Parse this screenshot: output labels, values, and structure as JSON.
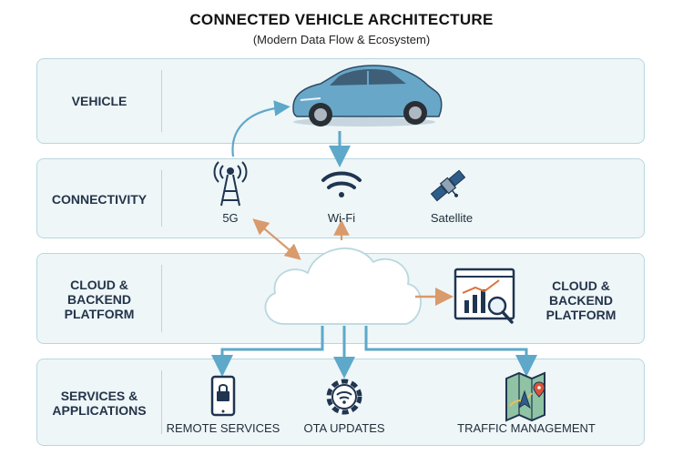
{
  "title": "CONNECTED VEHICLE ARCHITECTURE",
  "subtitle": "(Modern Data Flow & Ecosystem)",
  "layers": {
    "vehicle": "VEHICLE",
    "connectivity": "CONNECTIVITY",
    "cloud_line1": "CLOUD &",
    "cloud_line2": "BACKEND",
    "cloud_line3": "PLATFORM",
    "services_line1": "SERVICES &",
    "services_line2": "APPLICATIONS"
  },
  "connectivity_items": {
    "g5": "5G",
    "wifi": "Wi-Fi",
    "satellite": "Satellite"
  },
  "cloud_right_label": {
    "line1": "CLOUD &",
    "line2": "BACKEND",
    "line3": "PLATFORM"
  },
  "services": {
    "remote": "REMOTE SERVICES",
    "ota": "OTA UPDATES",
    "traffic": "TRAFFIC MANAGEMENT"
  },
  "colors": {
    "band_bg": "#eef6f8",
    "band_border": "#b9d7df",
    "arrow_blue": "#5ea8c9",
    "arrow_orange": "#d99a6c",
    "icon_dark": "#1f3550",
    "car_body": "#69a7c9"
  },
  "icons": [
    "car-icon",
    "cell-tower-icon",
    "wifi-icon",
    "satellite-icon",
    "cloud-icon",
    "analytics-chart-icon",
    "phone-lock-icon",
    "gear-wifi-icon",
    "map-pin-icon"
  ]
}
